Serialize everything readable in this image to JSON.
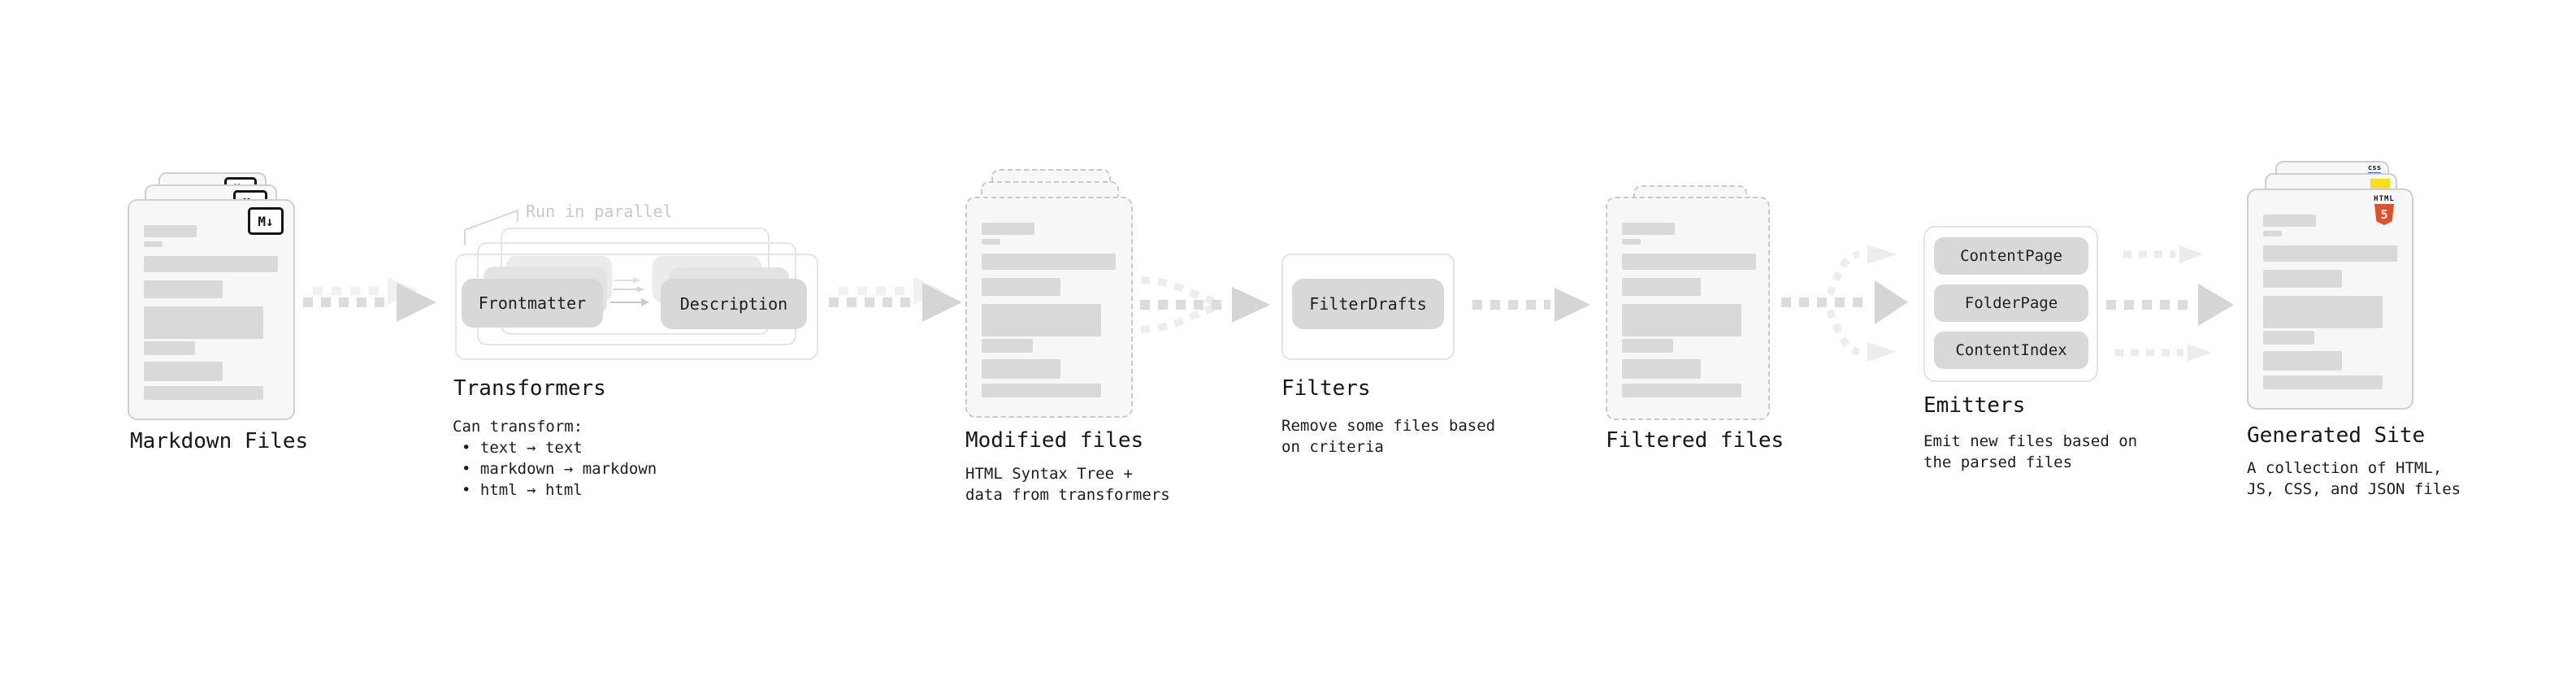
{
  "colors": {
    "html5_orange": "#e34f26",
    "js_yellow": "#f7df1e",
    "css_blue": "#2965f1"
  },
  "stages": {
    "markdown_files": {
      "title": "Markdown Files",
      "icon": "M↓"
    },
    "transformers": {
      "title": "Transformers",
      "annotation": "Run in parallel",
      "box_left": "Frontmatter",
      "box_right": "Description",
      "desc_heading": "Can transform:",
      "bullets": [
        "• text → text",
        "• markdown → markdown",
        "• html → html"
      ]
    },
    "modified_files": {
      "title": "Modified files",
      "desc_line1": "HTML Syntax Tree +",
      "desc_line2": "data from transformers"
    },
    "filters": {
      "title": "Filters",
      "box": "FilterDrafts",
      "desc_line1": "Remove some files based",
      "desc_line2": "on criteria"
    },
    "filtered_files": {
      "title": "Filtered files"
    },
    "emitters": {
      "title": "Emitters",
      "boxes": [
        "ContentPage",
        "FolderPage",
        "ContentIndex"
      ],
      "desc_line1": "Emit new files based on",
      "desc_line2": "the parsed files"
    },
    "generated_site": {
      "title": "Generated Site",
      "desc_line1": "A collection of HTML,",
      "desc_line2": "JS, CSS, and JSON files",
      "icon_html_label": "HTML",
      "icon_html_number": "5",
      "icon_css_label": "css"
    }
  }
}
